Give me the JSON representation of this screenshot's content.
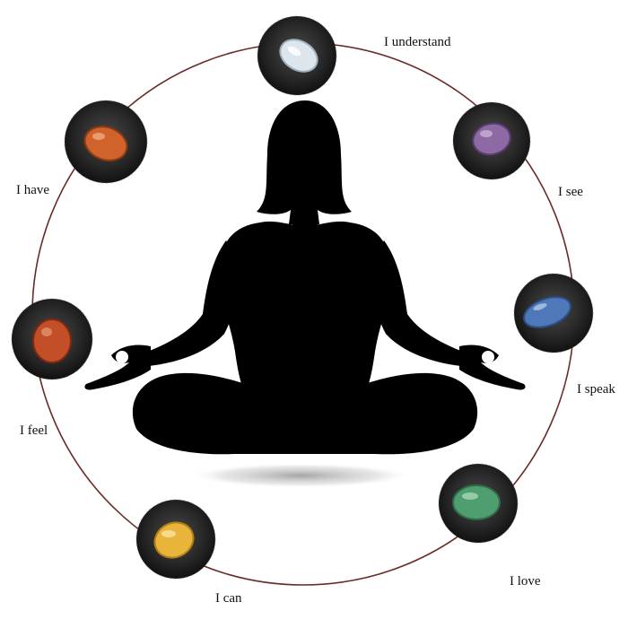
{
  "stones": [
    {
      "id": "crown",
      "label": "I understand",
      "stone_color": "#dde6ec",
      "shade_color": "#9fb0bc"
    },
    {
      "id": "third-eye",
      "label": "I see",
      "stone_color": "#8e6aa4",
      "shade_color": "#5a3c70"
    },
    {
      "id": "throat",
      "label": "I speak",
      "stone_color": "#4f78b8",
      "shade_color": "#2e4f86"
    },
    {
      "id": "heart",
      "label": "I love",
      "stone_color": "#4f9e6f",
      "shade_color": "#2f6b47"
    },
    {
      "id": "solar-plexus",
      "label": "I can",
      "stone_color": "#e8b53a",
      "shade_color": "#b07d16"
    },
    {
      "id": "sacral",
      "label": "I feel",
      "stone_color": "#c24f27",
      "shade_color": "#7e2a10"
    },
    {
      "id": "root",
      "label": "I have",
      "stone_color": "#d0632c",
      "shade_color": "#8c3a13"
    }
  ],
  "colors": {
    "ring": "#6b2a26",
    "silhouette": "#000000",
    "dish": "#2b2b2b",
    "dish_highlight": "#7a7a7a",
    "shadow": "#bdbdbd"
  }
}
